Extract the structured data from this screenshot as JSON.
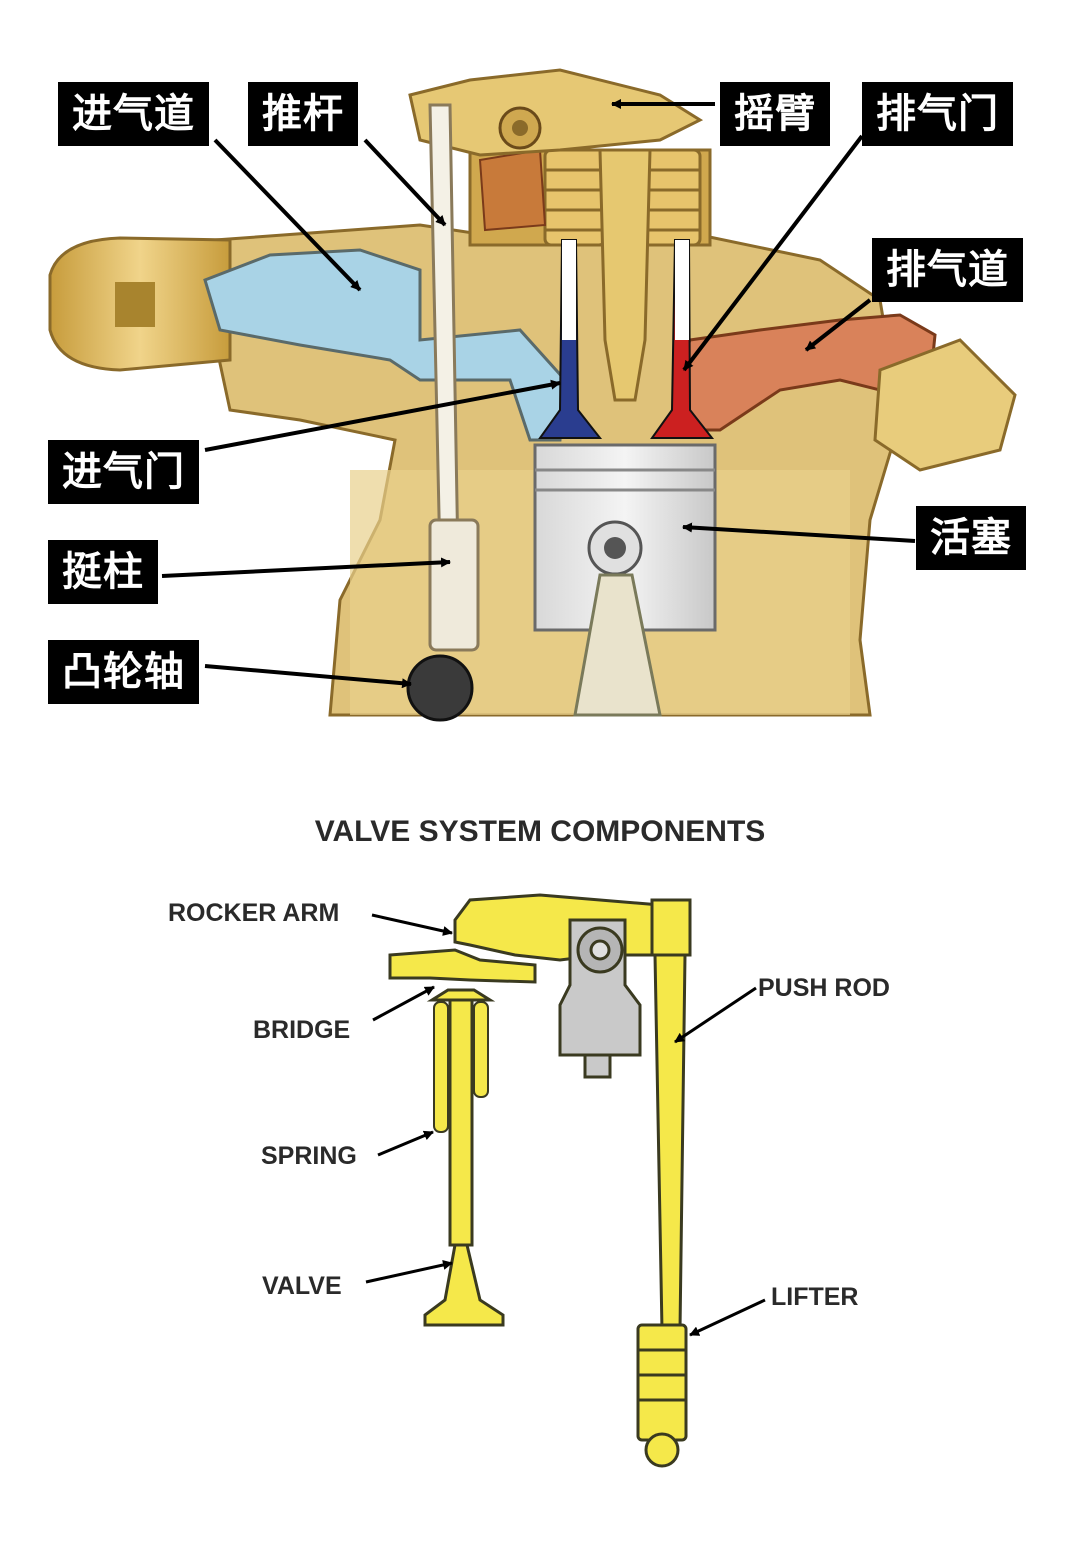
{
  "top_diagram": {
    "labels": {
      "intake_port": "进气道",
      "push_rod": "推杆",
      "rocker_arm": "摇臂",
      "exhaust_valve": "排气门",
      "exhaust_port": "排气道",
      "intake_valve": "进气门",
      "piston": "活塞",
      "tappet": "挺柱",
      "camshaft": "凸轮轴"
    }
  },
  "bottom_diagram": {
    "title": "VALVE SYSTEM COMPONENTS",
    "labels": {
      "rocker_arm": "ROCKER ARM",
      "bridge": "BRIDGE",
      "spring": "SPRING",
      "valve": "VALVE",
      "push_rod": "PUSH ROD",
      "lifter": "LIFTER"
    }
  },
  "colors": {
    "brass": "#d8b45a",
    "brass_dark": "#a98634",
    "cream": "#f2e6bd",
    "intake_blue": "#a9d3e6",
    "exhaust_orange": "#d9825a",
    "intake_valve": "#2a3d8f",
    "exhaust_valve": "#cc2020",
    "part_yellow": "#f5e84a",
    "part_outline": "#3a3a20",
    "label_bg": "#000000"
  }
}
